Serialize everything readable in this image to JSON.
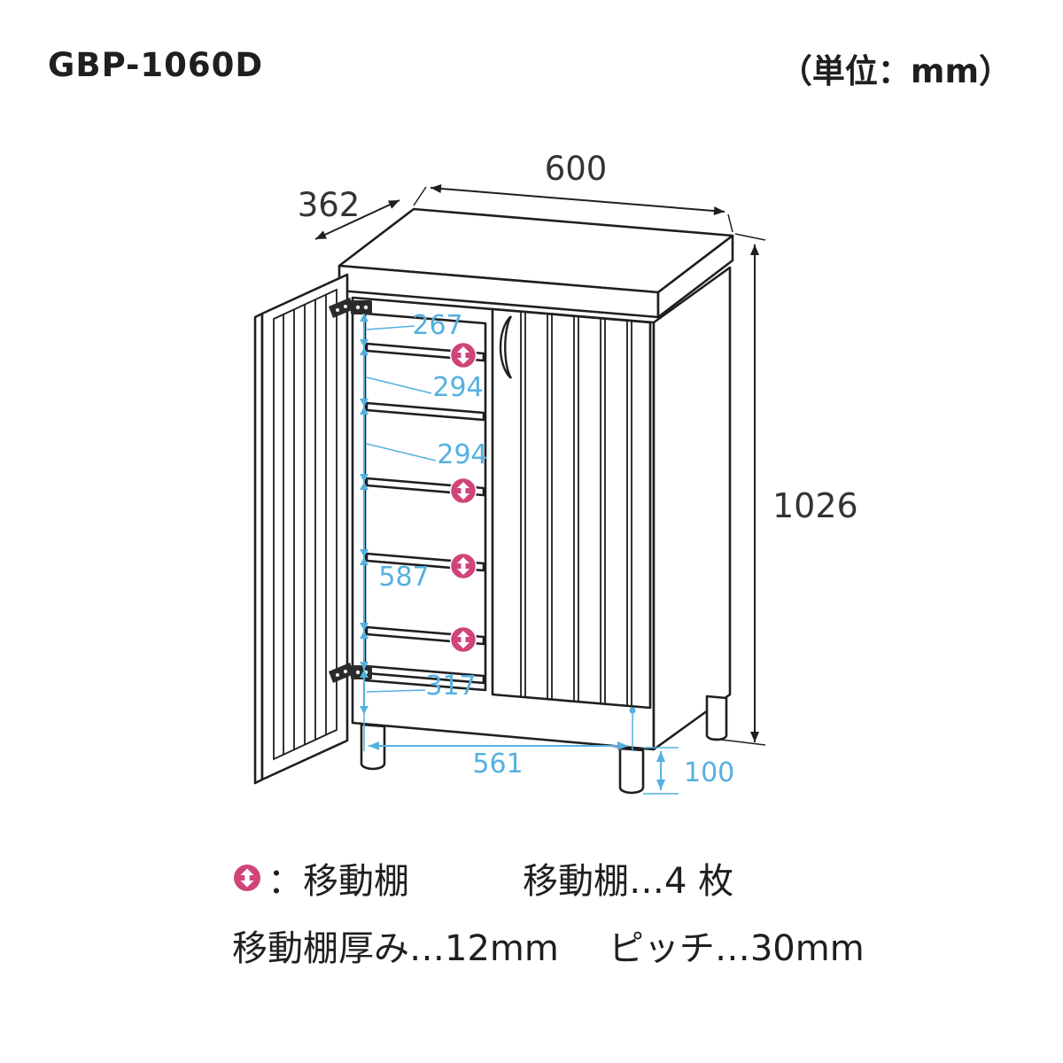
{
  "header": {
    "model": "GBP-1060D",
    "unit": "（単位：mm）"
  },
  "dims": {
    "width": "600",
    "depth": "362",
    "height": "1026",
    "seg_top": "267",
    "seg2": "294",
    "seg3": "294",
    "seg_lower": "587",
    "seg_bottom": "317",
    "inner_width": "561",
    "leg_height": "100"
  },
  "legend": {
    "marker_desc": "：移動棚",
    "count": "移動棚…4 枚",
    "thickness": "移動棚厚み…12mm",
    "pitch": "ピッチ…30mm"
  },
  "icons": {
    "movable_shelf": "movable-shelf-updown-arrow"
  },
  "colors": {
    "dimension_blue": "#55b0e0",
    "marker_pink": "#d04579",
    "ink": "#1f1f1f"
  }
}
